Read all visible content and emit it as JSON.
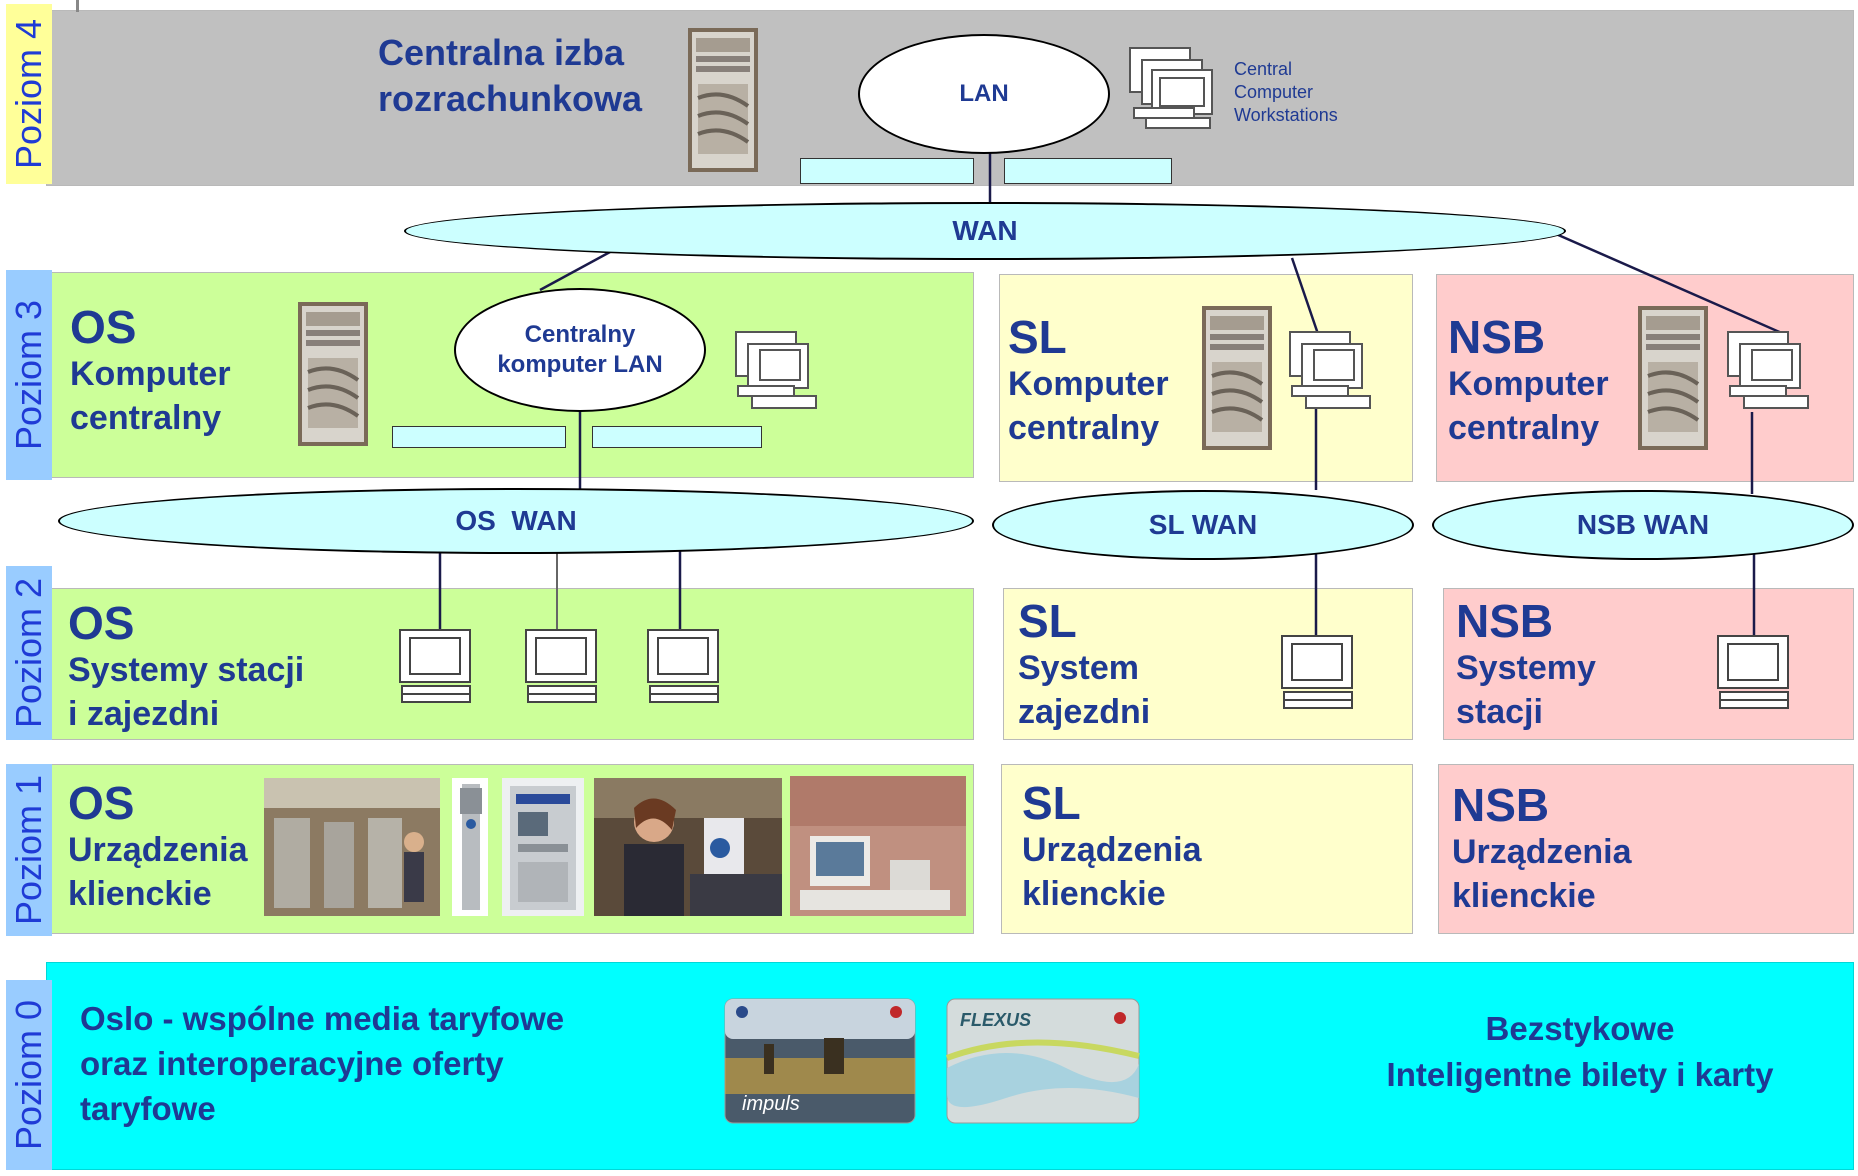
{
  "levels": {
    "l4": "Poziom 4",
    "l3": "Poziom 3",
    "l2": "Poziom 2",
    "l1": "Poziom 1",
    "l0": "Poziom 0"
  },
  "top": {
    "title_line1": "Centralna izba",
    "title_line2": "rozrachunkowa",
    "lan": "LAN",
    "workstations": [
      "Central",
      "Computer",
      "Workstations"
    ]
  },
  "wan": "WAN",
  "level3": {
    "os": {
      "code": "OS",
      "line1": "Komputer",
      "line2": "centralny",
      "lan_line1": "Centralny",
      "lan_line2": "komputer LAN"
    },
    "sl": {
      "code": "SL",
      "line1": "Komputer",
      "line2": "centralny"
    },
    "nsb": {
      "code": "NSB",
      "line1": "Komputer",
      "line2": "centralny"
    }
  },
  "wans": {
    "os": "OS  WAN",
    "sl": "SL WAN",
    "nsb": "NSB WAN"
  },
  "level2": {
    "os": {
      "code": "OS",
      "line1": "Systemy stacji",
      "line2": "i zajezdni"
    },
    "sl": {
      "code": "SL",
      "line1": "System",
      "line2": "zajezdni"
    },
    "nsb": {
      "code": "NSB",
      "line1": "Systemy",
      "line2": "stacji"
    }
  },
  "level1": {
    "os": {
      "code": "OS",
      "line1": "Urządzenia",
      "line2": "klienckie"
    },
    "sl": {
      "code": "SL",
      "line1": "Urządzenia",
      "line2": "klienckie"
    },
    "nsb": {
      "code": "NSB",
      "line1": "Urządzenia",
      "line2": "klienckie"
    }
  },
  "level0": {
    "left_line1": "Oslo - wspólne media taryfowe",
    "left_line2": "oraz interoperacyjne oferty",
    "left_line3": "taryfowe",
    "right_line1": "Bezstykowe",
    "right_line2": "Inteligentne bilety i karty",
    "card1_text": "impuls",
    "card2_text": "FLEXUS"
  },
  "colors": {
    "gray": "#c0c0c0",
    "green": "#ccff99",
    "yellow": "#ffffcc",
    "pink": "#ffcccc",
    "cyan": "#00ffff",
    "level_tab_top": "#ffff99",
    "level_tab_blue": "#99ccff",
    "text_navy": "#1f3a93"
  }
}
